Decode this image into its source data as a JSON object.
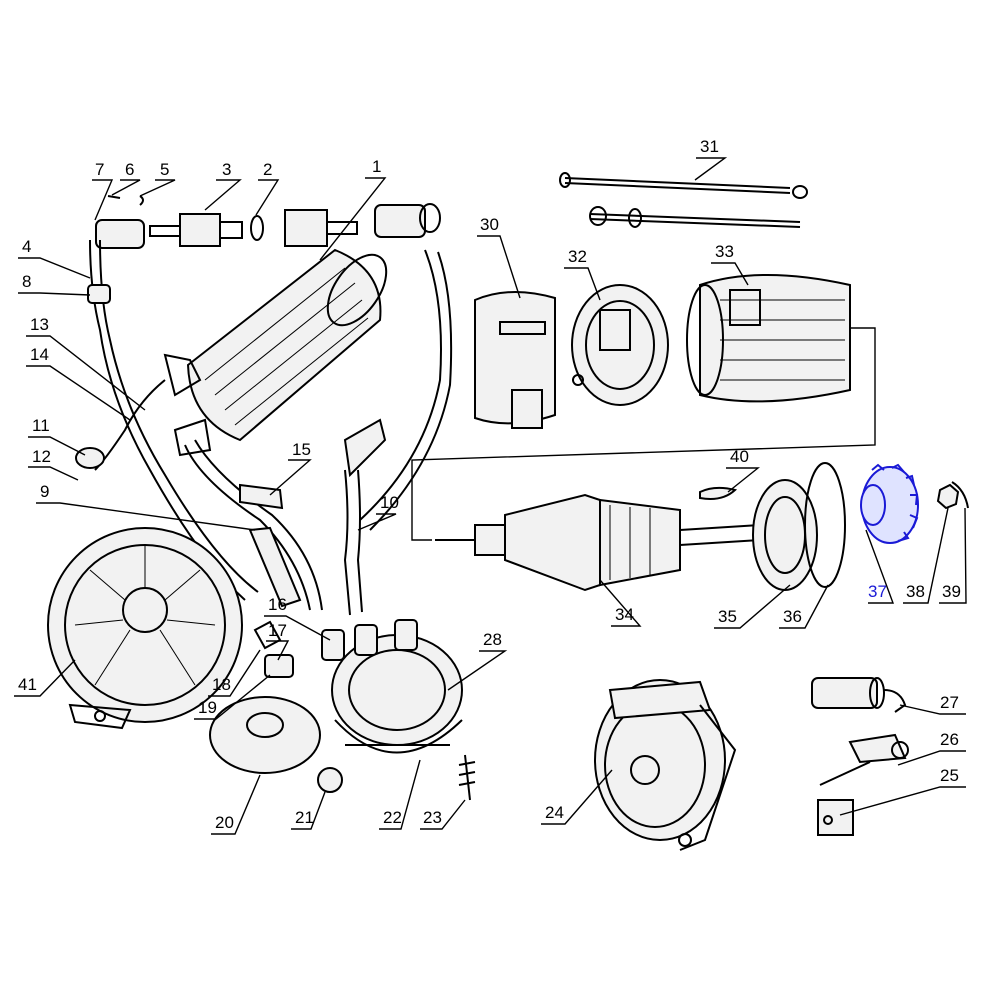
{
  "diagram": {
    "highlight_color": "#1a1ad6",
    "highlighted_part": "37",
    "labels": [
      "1",
      "2",
      "3",
      "4",
      "5",
      "6",
      "7",
      "8",
      "9",
      "10",
      "11",
      "12",
      "13",
      "14",
      "15",
      "16",
      "17",
      "18",
      "19",
      "20",
      "21",
      "22",
      "23",
      "24",
      "25",
      "26",
      "27",
      "28",
      "30",
      "31",
      "32",
      "33",
      "34",
      "35",
      "36",
      "37",
      "38",
      "39",
      "40",
      "41"
    ]
  }
}
